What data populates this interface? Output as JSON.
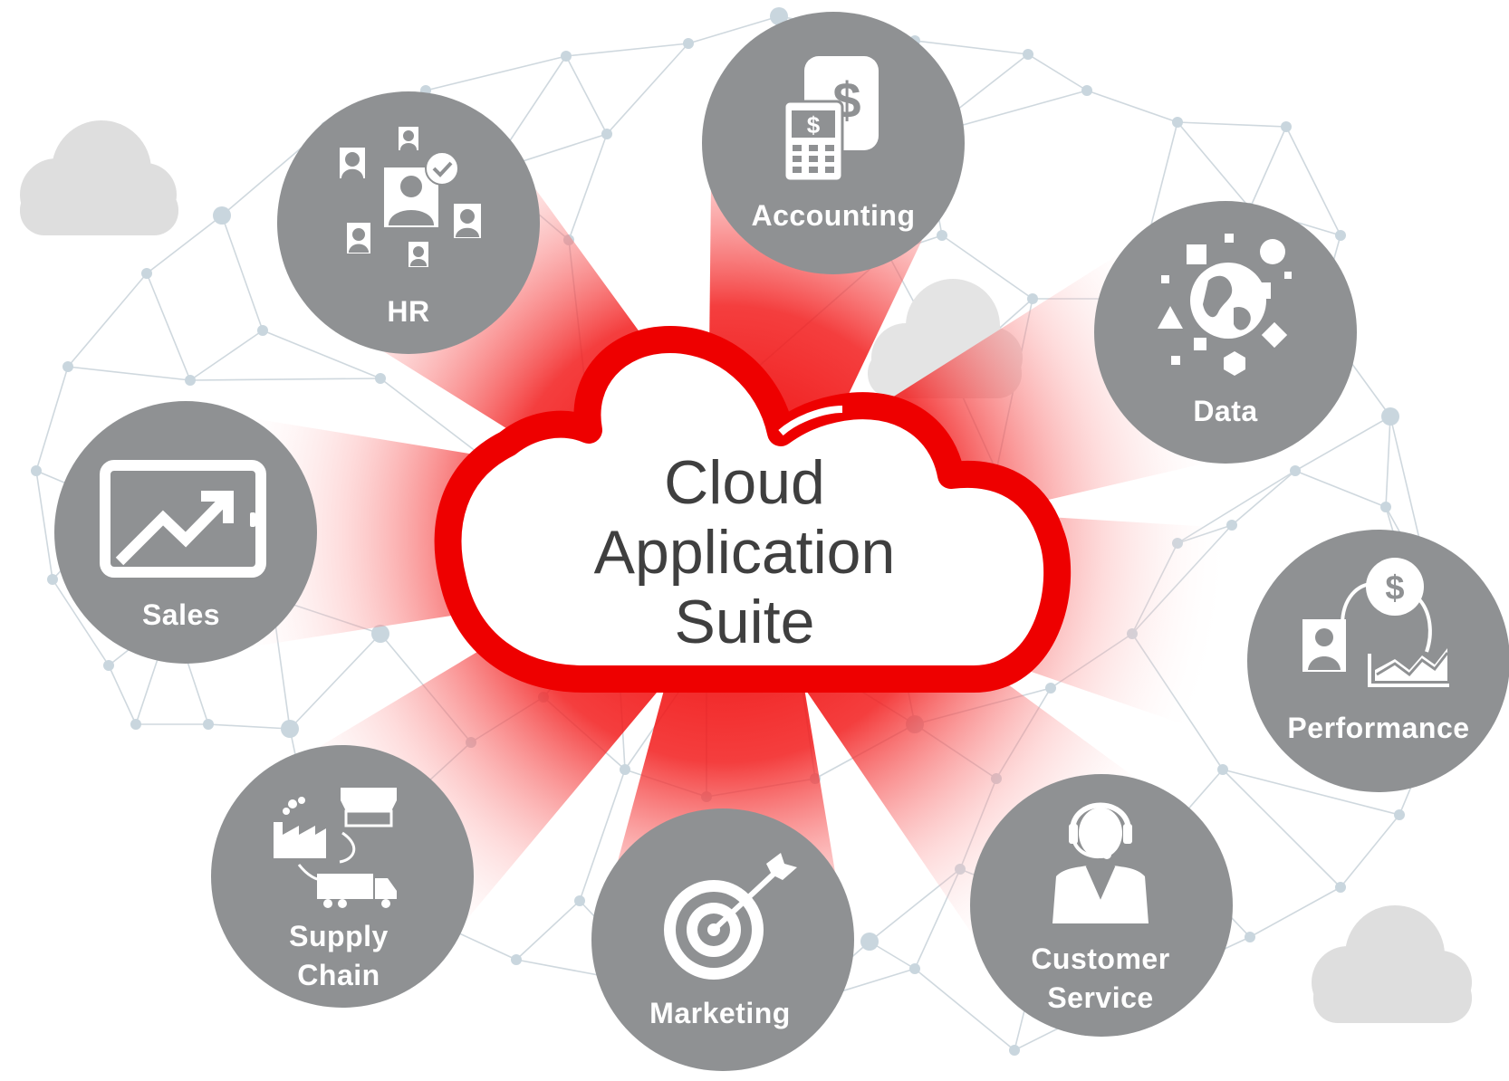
{
  "center": {
    "lines": [
      "Cloud",
      "Application",
      "Suite"
    ]
  },
  "nodes": [
    {
      "id": "hr",
      "label_lines": [
        "HR"
      ],
      "icon": "org-chart-people-icon"
    },
    {
      "id": "accounting",
      "label_lines": [
        "Accounting"
      ],
      "icon": "calculator-dollar-icon"
    },
    {
      "id": "data",
      "label_lines": [
        "Data"
      ],
      "icon": "globe-data-icon"
    },
    {
      "id": "sales",
      "label_lines": [
        "Sales"
      ],
      "icon": "tablet-growth-chart-icon"
    },
    {
      "id": "performance",
      "label_lines": [
        "Performance"
      ],
      "icon": "person-dollar-chart-icon"
    },
    {
      "id": "supply-chain",
      "label_lines": [
        "Supply",
        "Chain"
      ],
      "icon": "factory-store-truck-icon"
    },
    {
      "id": "marketing",
      "label_lines": [
        "Marketing"
      ],
      "icon": "target-arrow-icon"
    },
    {
      "id": "customer-service",
      "label_lines": [
        "Customer",
        "Service"
      ],
      "icon": "headset-agent-icon"
    }
  ],
  "colors": {
    "accent_red": "#ee0000",
    "node_gray": "#8f9193",
    "network_line": "#cfd8de",
    "network_dot": "#c9d6de",
    "bg_cloud": "#dedede",
    "center_text": "#3f3f3f"
  }
}
